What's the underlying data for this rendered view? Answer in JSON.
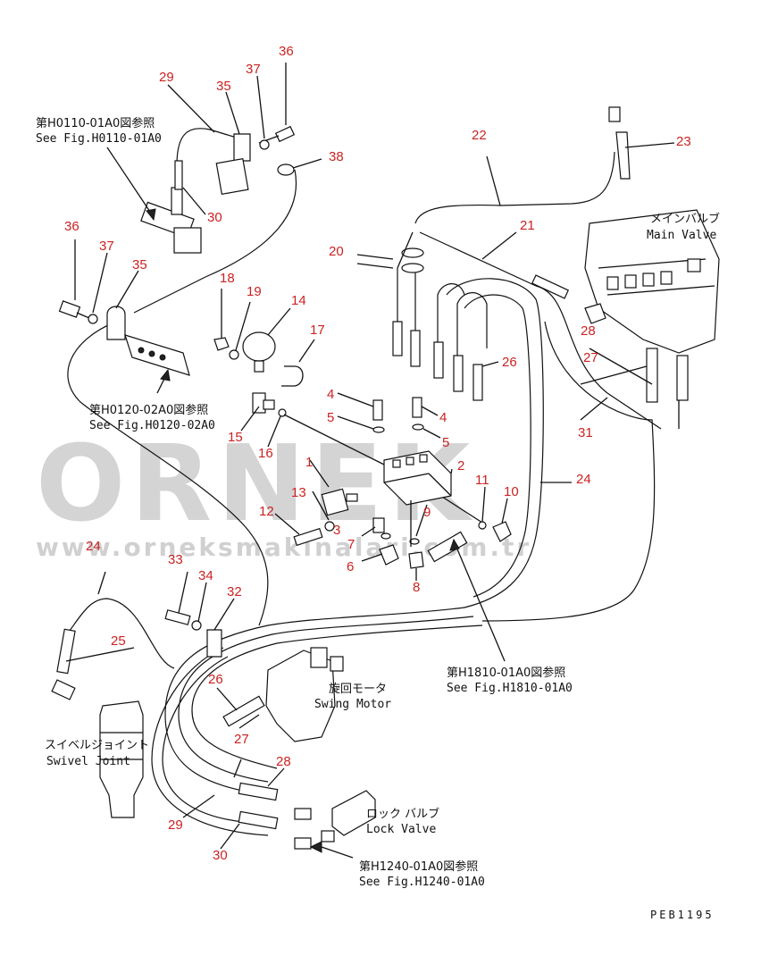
{
  "watermark": {
    "brand": "ORNEK",
    "url": "www.orneksmakinalari.com.tr"
  },
  "document_id": "PEB1195",
  "part_numbers": [
    "1",
    "2",
    "3",
    "4",
    "4",
    "5",
    "5",
    "6",
    "7",
    "8",
    "9",
    "10",
    "11",
    "12",
    "13",
    "14",
    "15",
    "16",
    "17",
    "18",
    "19",
    "20",
    "21",
    "22",
    "23",
    "24",
    "24",
    "25",
    "26",
    "26",
    "27",
    "27",
    "28",
    "28",
    "29",
    "29",
    "30",
    "30",
    "31",
    "32",
    "33",
    "34",
    "35",
    "35",
    "36",
    "36",
    "37",
    "37",
    "38"
  ],
  "component_labels": {
    "main_valve_jp": "メインバルブ",
    "main_valve_en": "Main Valve",
    "swing_motor_jp": "旋回モータ",
    "swing_motor_en": "Swing Motor",
    "swivel_joint_jp": "スイベルジョイント",
    "swivel_joint_en": "Swivel Joint",
    "lock_valve_jp": "ロック バルブ",
    "lock_valve_en": "Lock Valve"
  },
  "figure_refs": {
    "h0110_jp": "第H0110-01A0図参照",
    "h0110_en": "See Fig.H0110-01A0",
    "h0120_jp": "第H0120-02A0図参照",
    "h0120_en": "See Fig.H0120-02A0",
    "h1810_jp": "第H1810-01A0図参照",
    "h1810_en": "See Fig.H1810-01A0",
    "h1240_jp": "第H1240-01A0図参照",
    "h1240_en": "See Fig.H1240-01A0"
  }
}
